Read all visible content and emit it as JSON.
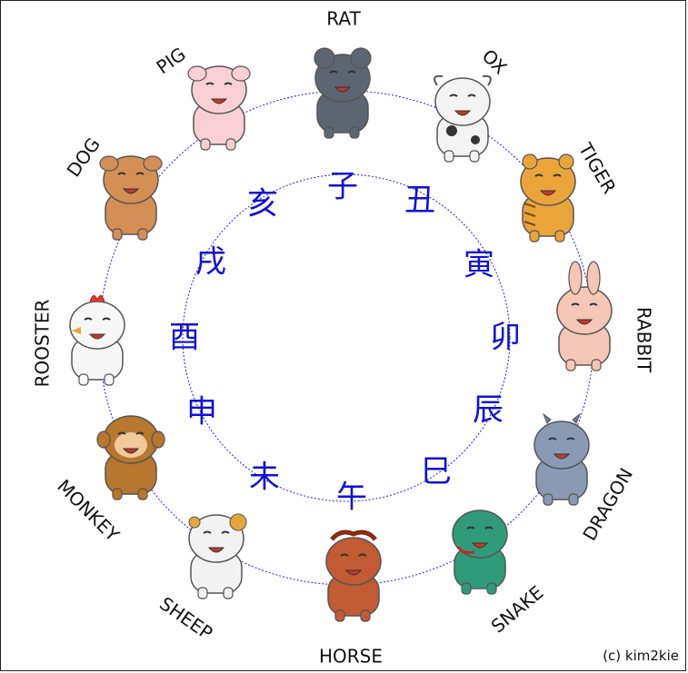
{
  "credit": "(c) kim2kie",
  "animals": [
    {
      "name": "RAT",
      "icon": "rat-icon",
      "color": "#5d6670",
      "branch": "子"
    },
    {
      "name": "OX",
      "icon": "ox-icon",
      "color": "#f3f3f3",
      "branch": "丑"
    },
    {
      "name": "TIGER",
      "icon": "tiger-icon",
      "color": "#e9a43a",
      "branch": "寅"
    },
    {
      "name": "RABBIT",
      "icon": "rabbit-icon",
      "color": "#f6c6b6",
      "branch": "卯"
    },
    {
      "name": "DRAGON",
      "icon": "dragon-icon",
      "color": "#8a9ab3",
      "branch": "辰"
    },
    {
      "name": "SNAKE",
      "icon": "snake-icon",
      "color": "#2f9b79",
      "branch": "巳"
    },
    {
      "name": "HORSE",
      "icon": "horse-icon",
      "color": "#c25a34",
      "branch": "午"
    },
    {
      "name": "SHEEP",
      "icon": "sheep-icon",
      "color": "#f2f2f2",
      "branch": "未"
    },
    {
      "name": "MONKEY",
      "icon": "monkey-icon",
      "color": "#b8772e",
      "branch": "申"
    },
    {
      "name": "ROOSTER",
      "icon": "rooster-icon",
      "color": "#f7f7f7",
      "branch": "酉"
    },
    {
      "name": "DOG",
      "icon": "dog-icon",
      "color": "#d38f55",
      "branch": "戌"
    },
    {
      "name": "PIG",
      "icon": "pig-icon",
      "color": "#f8cfd5",
      "branch": "亥"
    }
  ],
  "colors": {
    "branch_text": "#1010d8",
    "ring": "#2222cc",
    "outline": "#555555"
  }
}
